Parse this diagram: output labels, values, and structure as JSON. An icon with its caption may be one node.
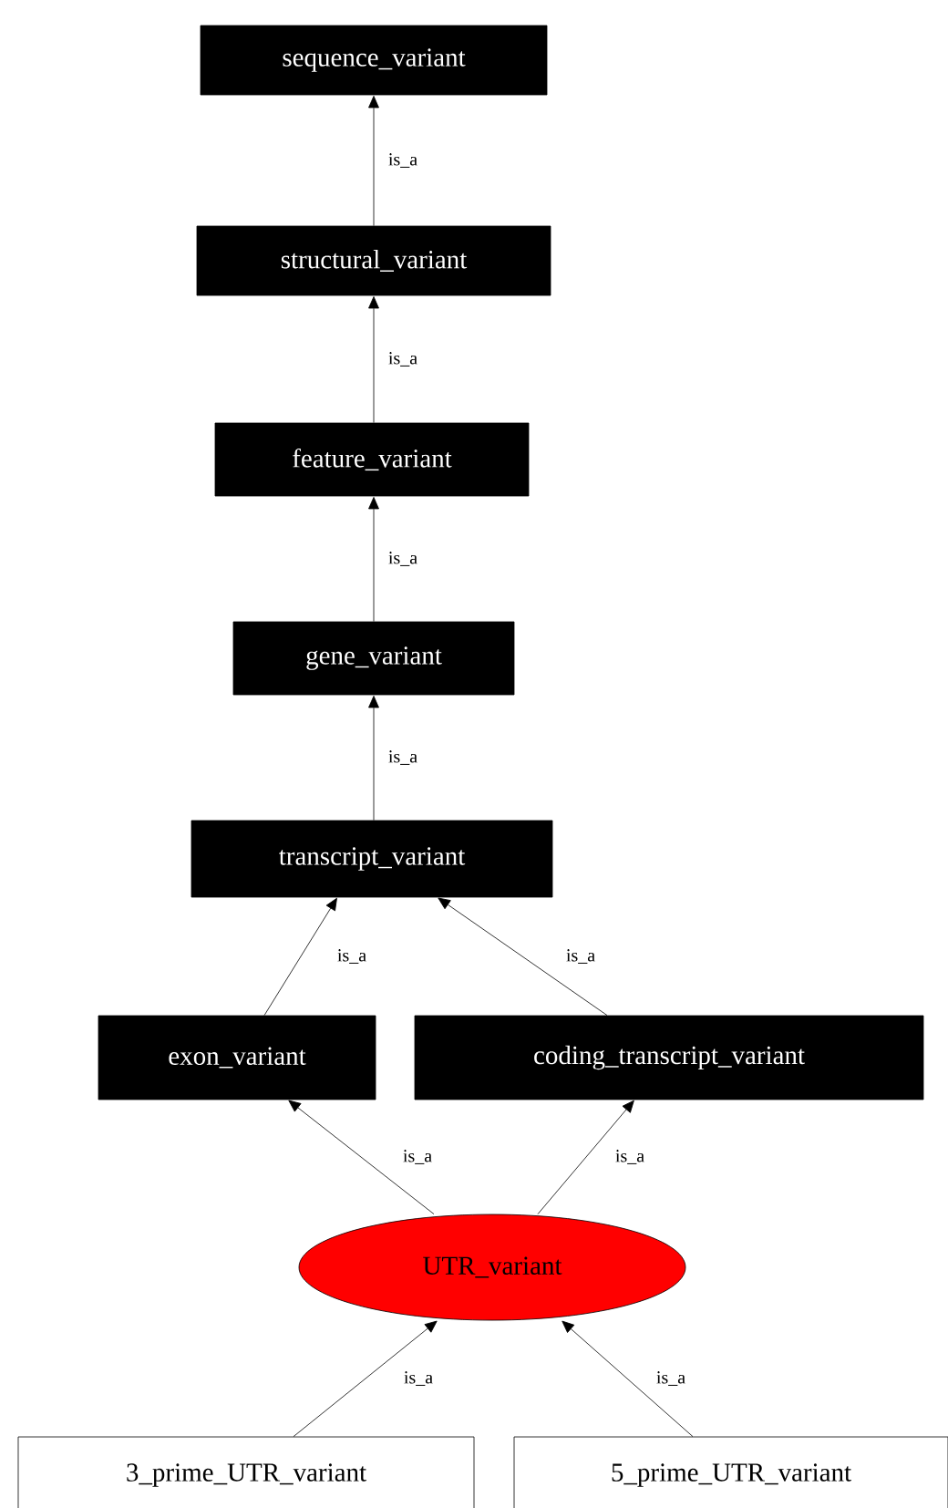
{
  "diagram": {
    "nodes": [
      {
        "text": [
          "sequence_variant"
        ]
      },
      {
        "text": [
          "structural_variant"
        ]
      },
      {
        "text": [
          "feature_variant"
        ]
      },
      {
        "text": [
          "gene_variant"
        ]
      },
      {
        "text": [
          "transcript_variant"
        ]
      },
      {
        "text": [
          "exon_variant"
        ]
      },
      {
        "text": [
          "coding_transcript_variant"
        ]
      },
      {
        "text": [
          "UTR_variant"
        ]
      },
      {
        "text": [
          "3_prime_UTR_variant"
        ]
      },
      {
        "text": [
          "5_prime_UTR_variant"
        ]
      }
    ],
    "edges": [
      {
        "from": 1,
        "to": 0,
        "arrow": "to",
        "label": "is_a"
      },
      {
        "from": 2,
        "to": 1,
        "arrow": "to",
        "label": "is_a"
      },
      {
        "from": 3,
        "to": 2,
        "arrow": "to",
        "label": "is_a"
      },
      {
        "from": 4,
        "to": 3,
        "arrow": "to",
        "label": "is_a"
      },
      {
        "from": 5,
        "to": 4,
        "arrow": "to",
        "label": "is_a"
      },
      {
        "from": 6,
        "to": 4,
        "arrow": "to",
        "label": "is_a"
      },
      {
        "from": 7,
        "to": 5,
        "arrow": "to",
        "label": "is_a"
      },
      {
        "from": 7,
        "to": 6,
        "arrow": "to",
        "label": "is_a"
      },
      {
        "from": 8,
        "to": 7,
        "arrow": "to",
        "label": "is_a"
      },
      {
        "from": 9,
        "to": 7,
        "arrow": "to",
        "label": "is_a"
      }
    ]
  }
}
